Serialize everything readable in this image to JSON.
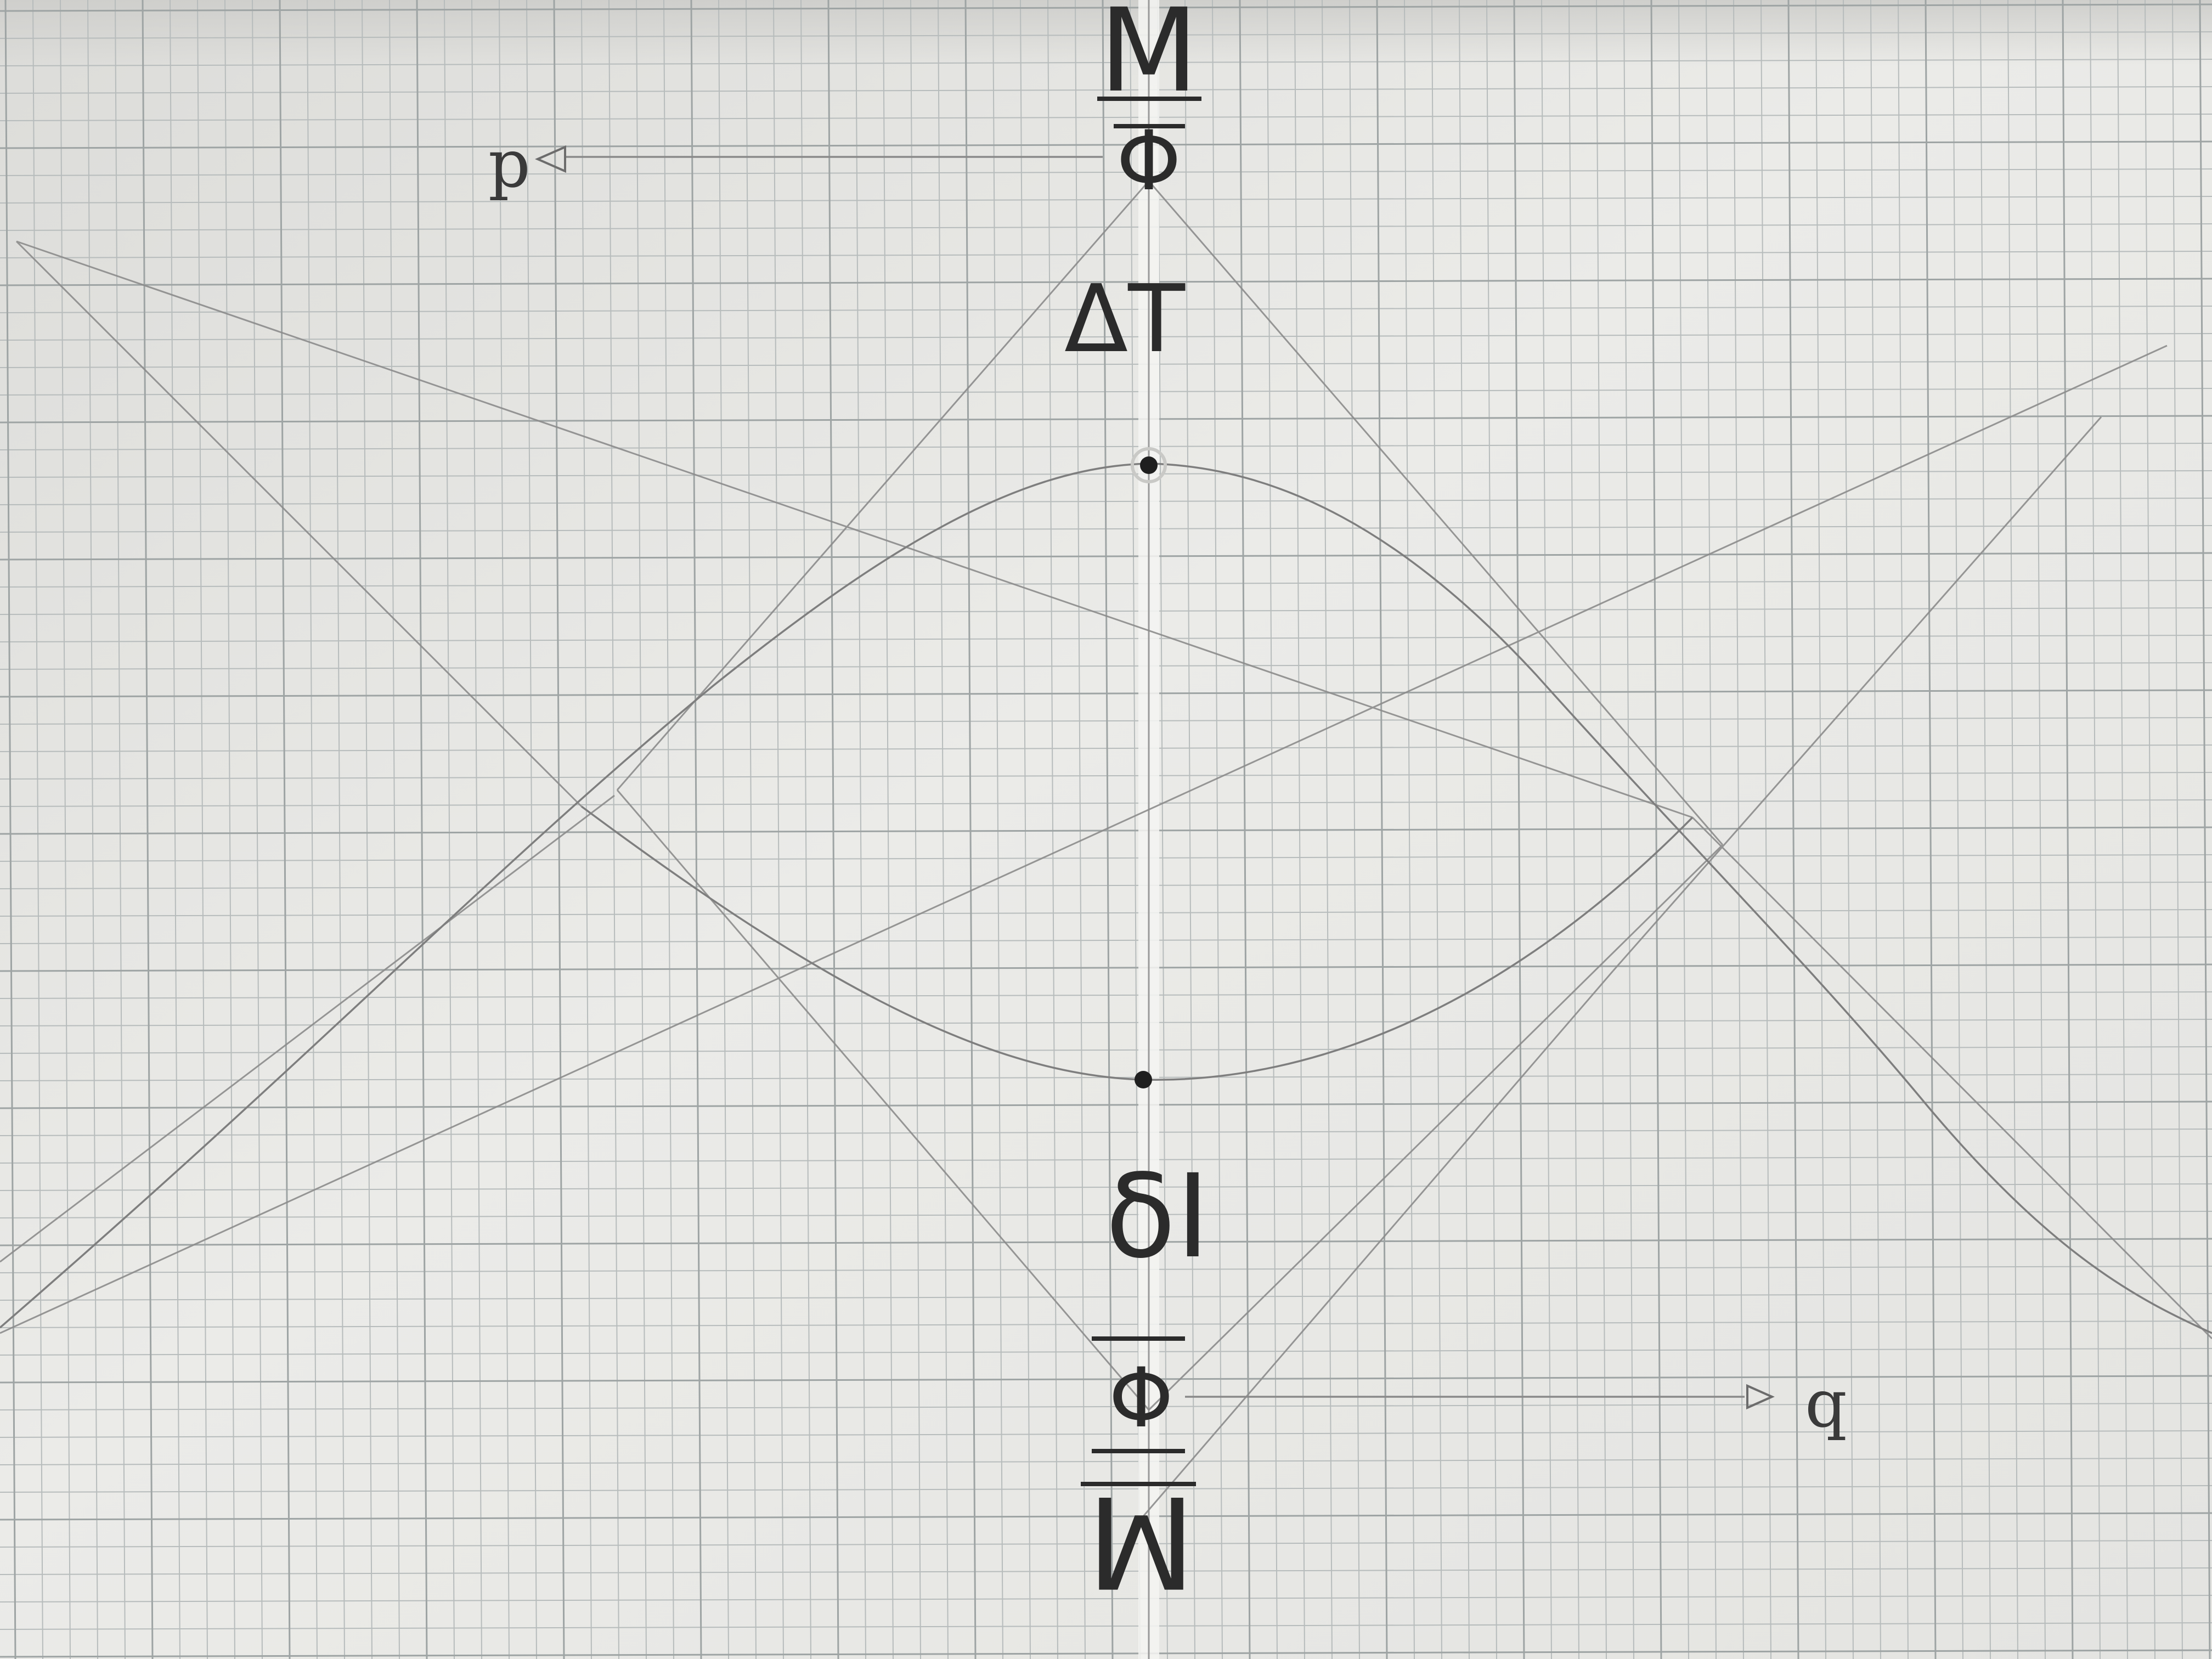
{
  "diagram": {
    "labels": {
      "top_mirror": "M",
      "top_phi": "Φ",
      "delta_t": "ΔT",
      "delta_i": "δI",
      "bottom_phi": "Φ",
      "bottom_mirror": "M"
    },
    "axes": {
      "p_label": "p",
      "q_label": "q"
    },
    "colors": {
      "paper": "#e6e6e3",
      "grid_minor": "#b7bcbc",
      "grid_major": "#9ea4a4",
      "pencil_light": "#8c8c8c",
      "pencil_dark": "#1f1f1f",
      "optical_axis": "#ffffff"
    }
  }
}
